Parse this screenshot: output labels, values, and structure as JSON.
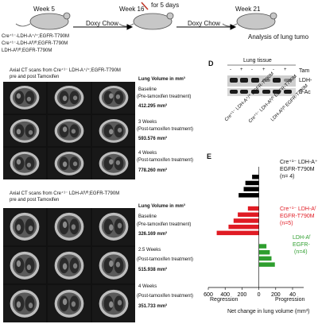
{
  "timeline": {
    "week5": "Week 5",
    "doxy1": "Doxy Chow",
    "week16": "Week 16",
    "tam_days": "for 5 days",
    "doxy2": "Doxy Chow",
    "week21": "Week 21",
    "analysis": "Analysis of lung tumo",
    "genotypes": [
      "Cre⁺¹⁻-LDH-A⁺/⁺;EGFR-T790M",
      "Cre⁺¹⁻-LDH-Aᶠˡ/ᶠˡ;EGFR-T790M",
      "LDH-Aᶠˡ/ᶠˡ;EGFR-T790M"
    ]
  },
  "panel_top": {
    "title1": "Axial CT scans from  Cre⁺¹⁻ LDH-A⁺/⁺;EGFR-T790M",
    "title2": "pre and post Tamoxifen",
    "vol_header": "Lung Volume in mm³",
    "rows": [
      {
        "label": "Baseline",
        "sub": "(Pre-tamoxifen treatment)",
        "value": "412.295  mm³"
      },
      {
        "label": "3 Weeks",
        "sub": "(Post-tamoxifen treatment)",
        "value": "593.576  mm³"
      },
      {
        "label": "4 Weeks",
        "sub": "(Post-tamoxifen treatment)",
        "value": "778.260  mm³"
      }
    ]
  },
  "panel_bottom": {
    "title1": "Axial CT scans from  Cre⁺¹⁻ LDH-Aᶠˡ/ᶠˡ;EGFR-T790M",
    "title2": "pre and post Tamoxifen",
    "vol_header": "Lung Volume in mm³",
    "rows": [
      {
        "label": "Baseline",
        "sub": "(Pre-tamoxifen treatment)",
        "value": "326.169 mm³"
      },
      {
        "label": "2.5 Weeks",
        "sub": "(Post-tamoxifen treatment)",
        "value": "515.938  mm³"
      },
      {
        "label": "4 Weeks",
        "sub": "(Post-tamoxifen treatment)",
        "value": "351.733  mm³"
      }
    ]
  },
  "panel_d": {
    "letter": "D",
    "title": "Lung tissue",
    "row_labels": [
      "Tam",
      "LDH-",
      "ß-Ac"
    ],
    "tam_signs": [
      "-",
      "+",
      "-",
      "+",
      "-",
      "+"
    ],
    "lane_labels": [
      "Cre⁺¹⁻ LDH-A⁺/⁺ EGFR-T790M",
      "Cre⁺¹⁻ LDH-Aᶠˡ/ᶠˡ EGFR-T790M",
      "LDH-Aᶠˡ/ᶠˡ EGFR-T790M"
    ]
  },
  "panel_e": {
    "letter": "E",
    "legend": [
      {
        "line1": "Cre⁺¹⁻ LDH-A⁺",
        "line2": "EGFR-T790M",
        "line3": "(n= 4)",
        "color": "#000000"
      },
      {
        "line1": "Cre⁺¹⁻ LDH-Aᶠ",
        "line2": "EGFR-T790M",
        "line3": "(n=5)",
        "color": "#e01b24"
      },
      {
        "line1": "LDH-Aᶠ",
        "line2": "EGFR-",
        "line3": "(n=4)",
        "color": "#2e9e2e"
      }
    ],
    "ticks": [
      "600",
      "400",
      "200",
      "0",
      "200",
      "40"
    ],
    "regression": "Regression",
    "progression": "Progression",
    "xlabel": "Net change in lung volume (mm³)"
  },
  "chart_data": {
    "type": "bar",
    "title": "",
    "xlabel": "Net change in lung volume (mm³)",
    "orientation": "horizontal",
    "xlim": [
      -600,
      400
    ],
    "series": [
      {
        "name": "Cre⁺¹⁻ LDH-A⁺ EGFR-T790M (n= 4)",
        "color": "#000000",
        "values": [
          -80,
          -160,
          -180,
          -240
        ]
      },
      {
        "name": "Cre⁺¹⁻ LDH-Aᶠ EGFR-T790M (n=5)",
        "color": "#e01b24",
        "values": [
          -130,
          -250,
          -300,
          -360,
          -500
        ]
      },
      {
        "name": "LDH-Aᶠ EGFR- (n=4)",
        "color": "#2e9e2e",
        "values": [
          90,
          130,
          150,
          190
        ]
      }
    ]
  }
}
